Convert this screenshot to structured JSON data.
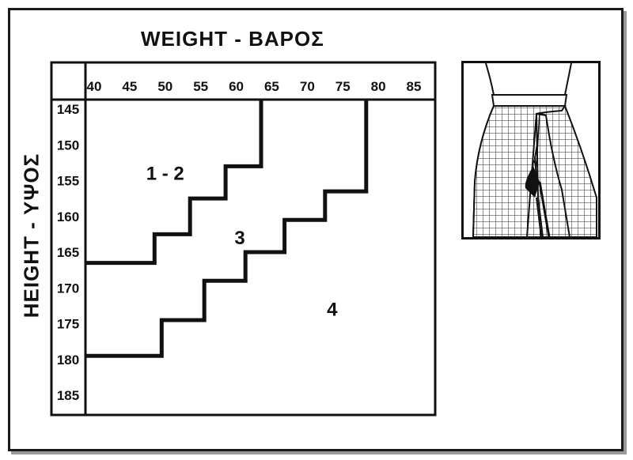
{
  "weight_title": "WEIGHT - ΒΑΡΟΣ",
  "height_title": "HEIGHT - ΥΨΟΣ",
  "chart_data": {
    "type": "table",
    "xlabel": "WEIGHT - ΒΑΡΟΣ",
    "ylabel": "HEIGHT - ΥΨΟΣ",
    "x_ticks": [
      40,
      45,
      50,
      55,
      60,
      65,
      70,
      75,
      80,
      85
    ],
    "y_ticks": [
      145,
      150,
      155,
      160,
      165,
      170,
      175,
      180,
      185
    ],
    "xlim": [
      37.5,
      88
    ],
    "ylim": [
      142,
      189
    ],
    "zones": [
      {
        "label": "1 - 2",
        "x": 50,
        "y": 154
      },
      {
        "label": "3",
        "x": 60.5,
        "y": 163
      },
      {
        "label": "4",
        "x": 73.5,
        "y": 173
      }
    ],
    "boundaries": [
      [
        [
          37.5,
          166.5
        ],
        [
          48.5,
          166.5
        ],
        [
          48.5,
          162.5
        ],
        [
          53.5,
          162.5
        ],
        [
          53.5,
          157.5
        ],
        [
          58.5,
          157.5
        ],
        [
          58.5,
          153
        ],
        [
          63.5,
          153
        ],
        [
          63.5,
          142
        ]
      ],
      [
        [
          37.5,
          179.5
        ],
        [
          49.5,
          179.5
        ],
        [
          49.5,
          174.5
        ],
        [
          55.5,
          174.5
        ],
        [
          55.5,
          169
        ],
        [
          61.3,
          169
        ],
        [
          61.3,
          165
        ],
        [
          66.8,
          165
        ],
        [
          66.8,
          160.5
        ],
        [
          72.5,
          160.5
        ],
        [
          72.5,
          156.5
        ],
        [
          78.3,
          156.5
        ],
        [
          78.3,
          142
        ]
      ]
    ]
  }
}
